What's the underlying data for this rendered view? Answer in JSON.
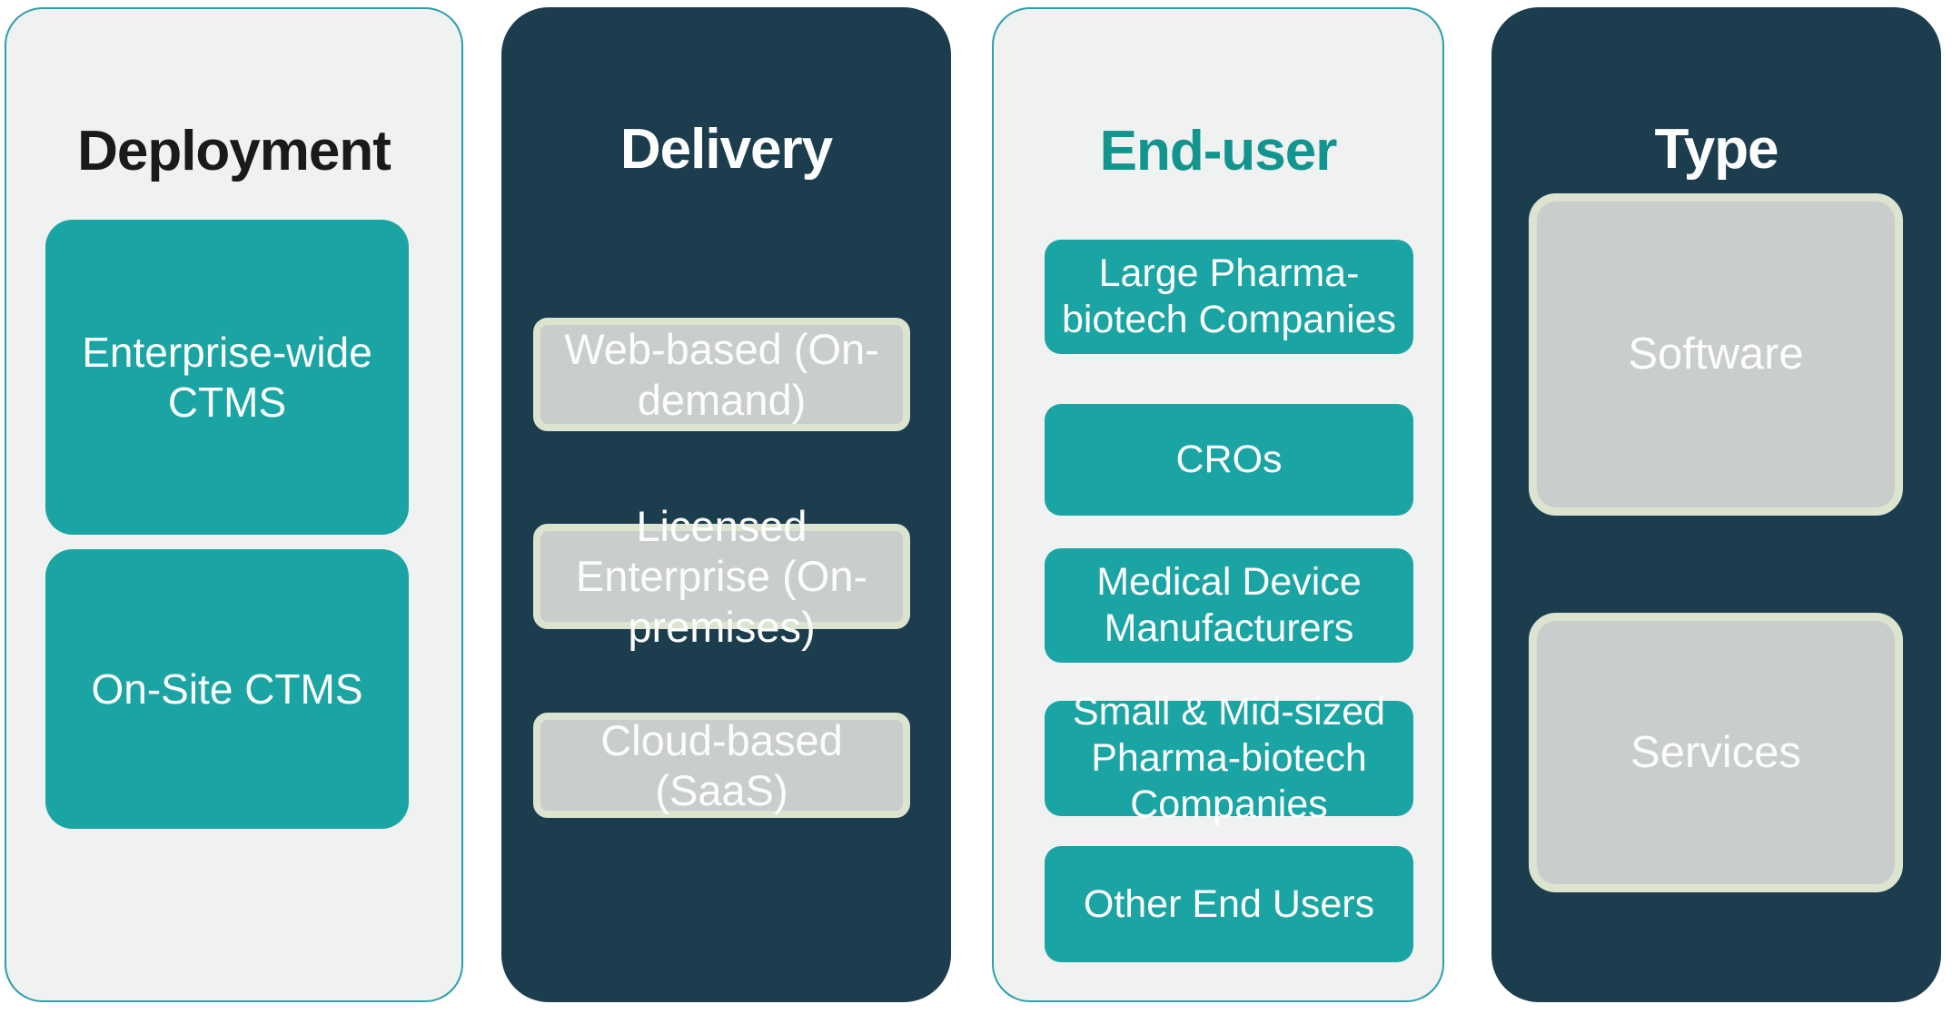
{
  "diagram": {
    "columns": [
      {
        "title": "Deployment",
        "items": [
          "Enterprise-wide CTMS",
          "On-Site CTMS"
        ]
      },
      {
        "title": "Delivery",
        "items": [
          "Web-based (On-demand)",
          "Licensed Enterprise (On-premises)",
          "Cloud-based (SaaS)"
        ]
      },
      {
        "title": "End-user",
        "items": [
          "Large Pharma-biotech Companies",
          "CROs",
          "Medical Device Manufacturers",
          "Small & Mid-sized Pharma-biotech Companies",
          "Other End Users"
        ]
      },
      {
        "title": "Type",
        "items": [
          "Software",
          "Services"
        ]
      }
    ],
    "colors": {
      "teal_box": "#1BA4A4",
      "dark_panel": "#1B3D4E",
      "light_panel": "#F0F1F1",
      "light_panel_border": "#2AA0AA",
      "gray_box": "#C9CDCC",
      "gray_box_border": "#DCE4D0",
      "enduser_title": "#12948F"
    }
  }
}
